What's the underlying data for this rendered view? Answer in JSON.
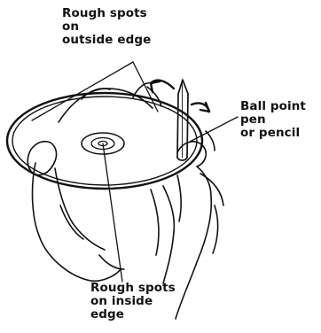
{
  "labels": {
    "outside_edge": [
      "Rough spots",
      "on",
      "outside edge"
    ],
    "pen": [
      "Ball point",
      "pen",
      "or pencil"
    ],
    "inside_edge": [
      "Rough spots",
      "on inside",
      "edge"
    ]
  },
  "colors": {
    "ink": "#111111",
    "background": "#ffffff"
  },
  "icons": {
    "rotation_arrows": "curved-arrow-icon"
  }
}
